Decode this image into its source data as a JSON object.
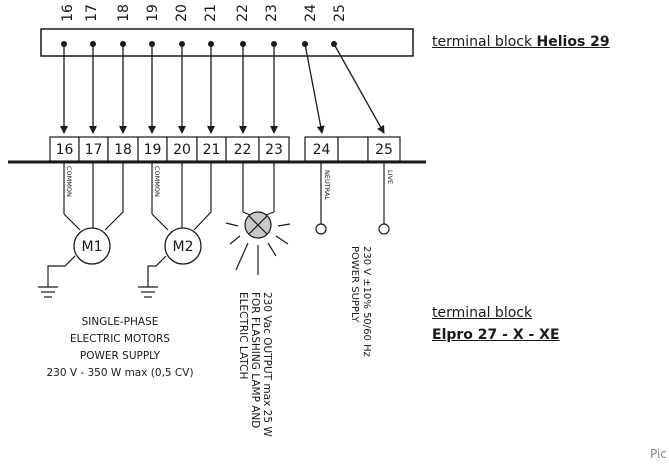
{
  "top_terminals": [
    "16",
    "17",
    "18",
    "19",
    "20",
    "21",
    "22",
    "23",
    "24",
    "25"
  ],
  "bottom_terminals": [
    "16",
    "17",
    "18",
    "19",
    "20",
    "21",
    "22",
    "23",
    "24",
    "",
    "25"
  ],
  "wire_labels": {
    "common": "COMMON",
    "neutral": "NEUTRAL",
    "live": "LIVE"
  },
  "motors": {
    "m1": "M1",
    "m2": "M2"
  },
  "helios": {
    "prefix": "terminal block ",
    "name": "Helios 29"
  },
  "elpro": {
    "prefix": "terminal block",
    "name": "Elpro 27 - X - XE"
  },
  "motors_caption": [
    "SINGLE-PHASE",
    "ELECTRIC MOTORS",
    "POWER SUPPLY",
    "230 V - 350 W max (0,5 CV)"
  ],
  "lamp_caption": [
    "230 Vac OUTPUT max 25 W",
    "FOR FLASHING LAMP AND",
    "ELECTRIC LATCH"
  ],
  "supply_caption": [
    "230 V ±10% 50/60 Hz",
    "POWER SUPPLY"
  ],
  "corner_text": "Pic"
}
